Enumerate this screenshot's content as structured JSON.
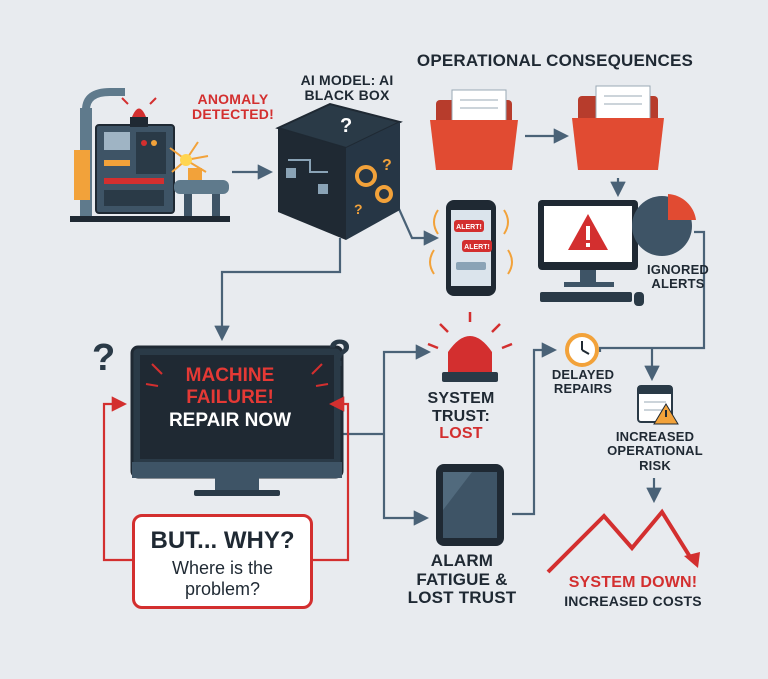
{
  "labels": {
    "anomaly": "ANOMALY DETECTED!",
    "ai_model": "AI MODEL: AI BLACK BOX",
    "operational_consequences": "OPERATIONAL CONSEQUENCES",
    "ignored_alerts": "IGNORED ALERTS",
    "system_trust": "SYSTEM TRUST:",
    "system_trust_value": "LOST",
    "delayed_repairs": "DELAYED REPAIRS",
    "increased_risk": "INCREASED OPERATIONAL RISK",
    "alarm_fatigue": "ALARM FATIGUE & LOST TRUST",
    "system_down": "SYSTEM DOWN!",
    "increased_costs": "INCREASED COSTS"
  },
  "phone_alerts": [
    "ALERT!",
    "ALERT!"
  ],
  "monitor": {
    "line1": "MACHINE",
    "line2": "FAILURE!",
    "line3": "REPAIR NOW"
  },
  "question_box": {
    "title": "BUT... WHY?",
    "text": "Where is the problem?"
  },
  "colors": {
    "background": "#e8ebef",
    "accent_red": "#d32f2f",
    "dark": "#1f2933",
    "slate": "#4a6277",
    "orange": "#f2a23a"
  }
}
